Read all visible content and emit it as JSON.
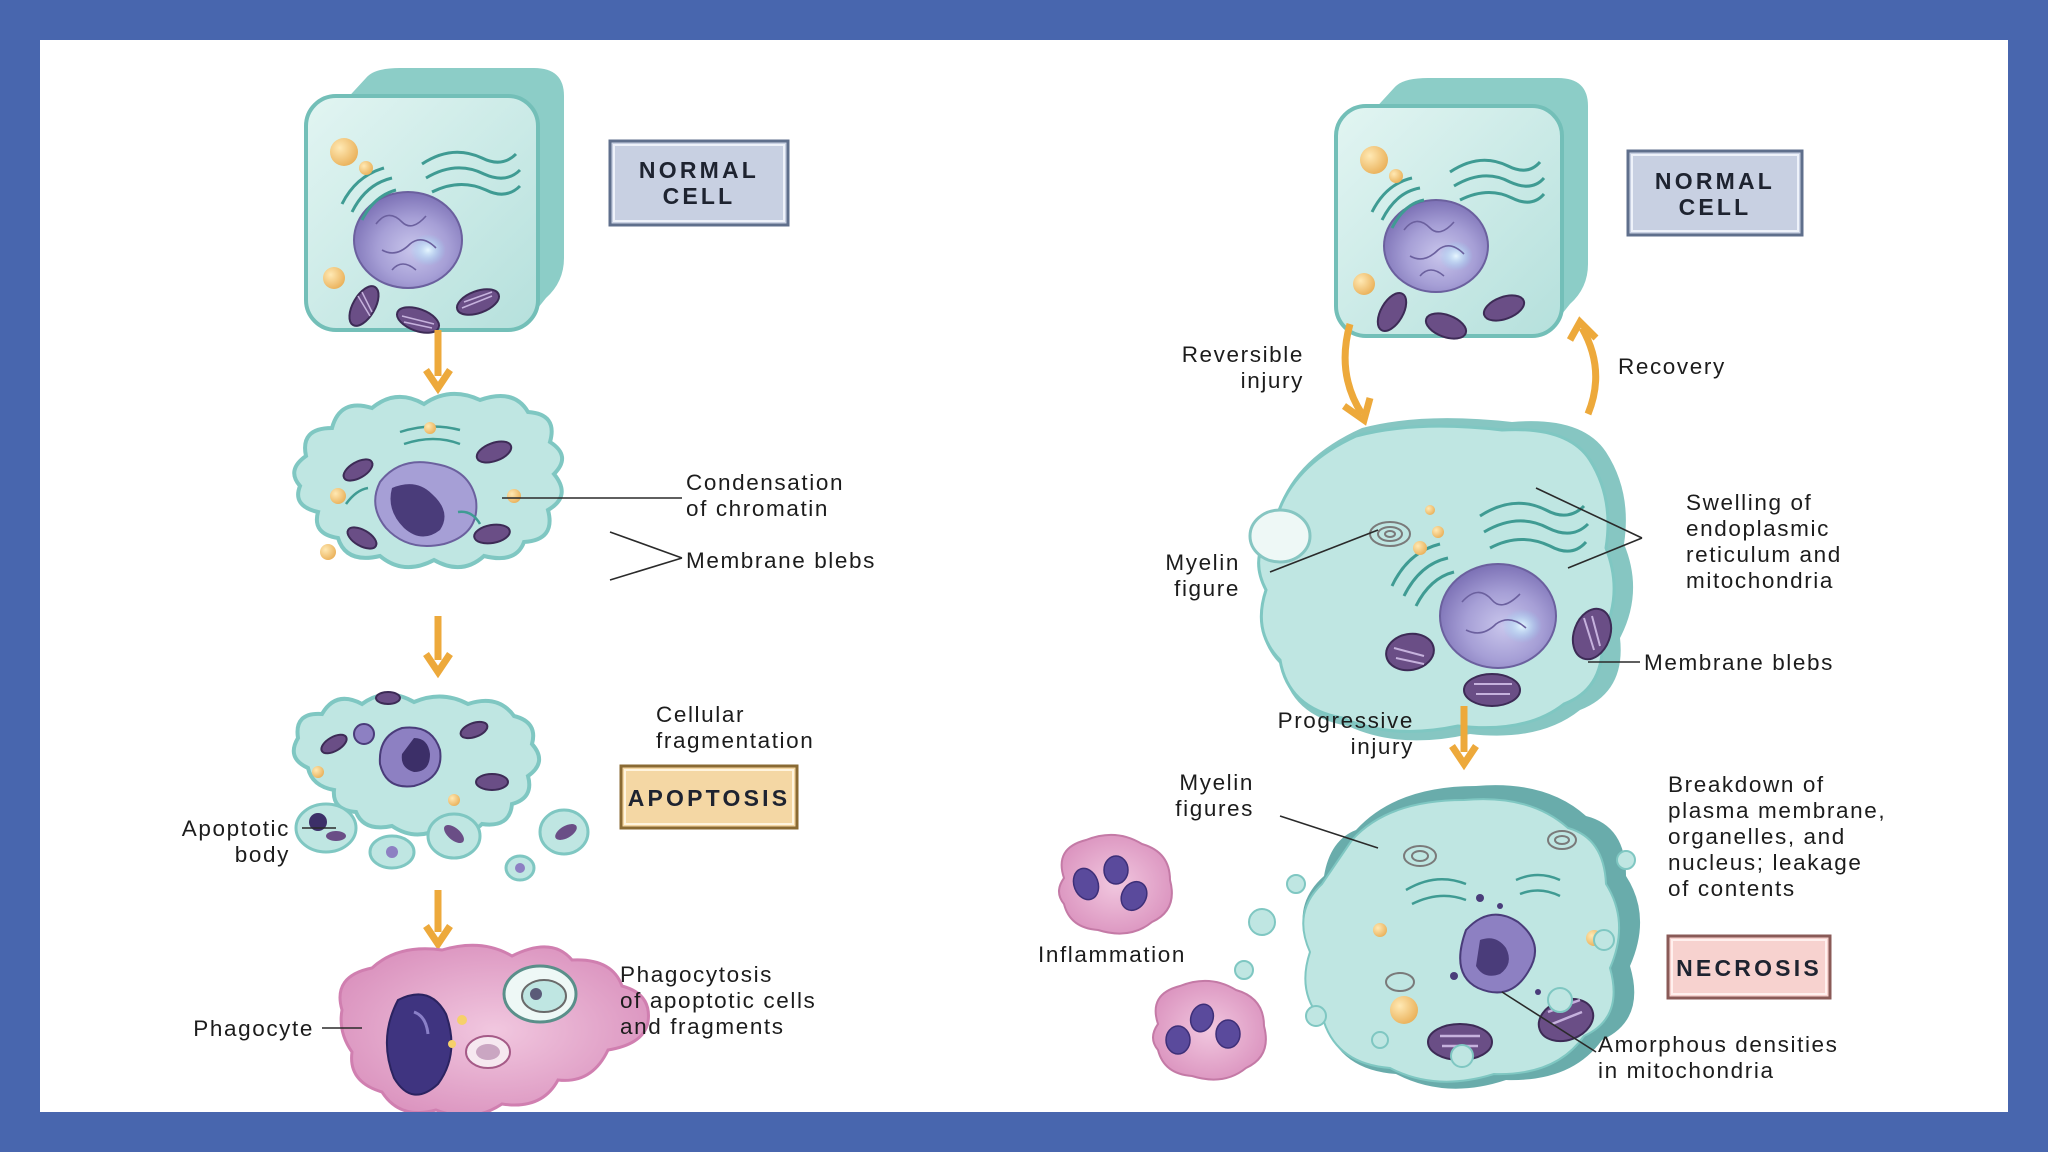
{
  "colors": {
    "frame": "#4866ae",
    "panel": "#ffffff",
    "cytoplasm": "#bfe6e2",
    "cell_wall": "#7fc7c2",
    "nucleus": "#9a8fc8",
    "mitochondria": "#6a4e86",
    "arrow": "#eda93b",
    "phagocyte": "#e7a9cc",
    "normal_box": "#c8d0e2",
    "apoptosis_box": "#f4d7a4",
    "necrosis_box": "#f7d2cf"
  },
  "apoptosis": {
    "normal_cell": [
      "NORMAL",
      "CELL"
    ],
    "stage_label": "APOPTOSIS",
    "condensation": [
      "Condensation",
      "of chromatin"
    ],
    "membrane_blebs": "Membrane blebs",
    "fragmentation": [
      "Cellular",
      "fragmentation"
    ],
    "apoptotic_body": [
      "Apoptotic",
      "body"
    ],
    "phagocyte": "Phagocyte",
    "phagocytosis": [
      "Phagocytosis",
      "of apoptotic cells",
      "and fragments"
    ]
  },
  "necrosis": {
    "normal_cell": [
      "NORMAL",
      "CELL"
    ],
    "stage_label": "NECROSIS",
    "reversible": [
      "Reversible",
      "injury"
    ],
    "recovery": "Recovery",
    "myelin_figure": [
      "Myelin",
      "figure"
    ],
    "swelling": [
      "Swelling of",
      "endoplasmic",
      "reticulum and",
      "mitochondria"
    ],
    "membrane_blebs": "Membrane blebs",
    "progressive": [
      "Progressive",
      "injury"
    ],
    "myelin_figures": [
      "Myelin",
      "figures"
    ],
    "breakdown": [
      "Breakdown of",
      "plasma membrane,",
      "organelles, and",
      "nucleus; leakage",
      "of contents"
    ],
    "inflammation": "Inflammation",
    "amorphous": [
      "Amorphous densities",
      "in mitochondria"
    ]
  }
}
